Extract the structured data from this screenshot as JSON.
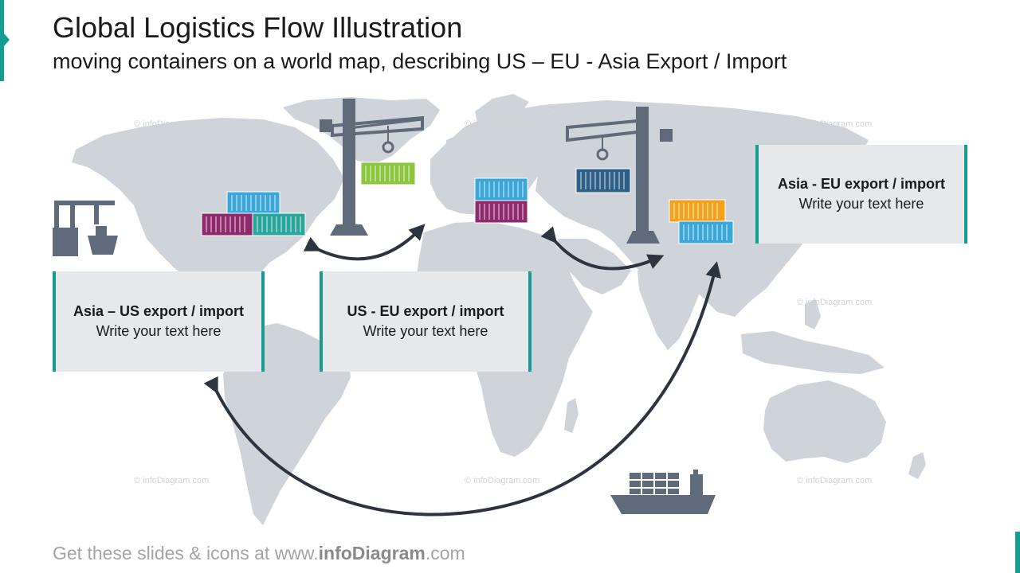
{
  "header": {
    "title": "Global Logistics Flow Illustration",
    "subtitle": "moving containers on a world map, describing US – EU - Asia Export / Import"
  },
  "boxes": [
    {
      "title": "Asia – US export / import",
      "text": "Write your text here"
    },
    {
      "title": "US - EU export / import",
      "text": "Write your text here"
    },
    {
      "title": "Asia - EU export / import",
      "text": "Write your text here"
    }
  ],
  "footer": {
    "prefix": "Get these slides & icons at www.",
    "brand": "infoDiagram",
    "suffix": ".com"
  },
  "watermark": "© infoDiagram.com",
  "colors": {
    "accent": "#179c94",
    "map": "#cfd4da",
    "icon": "#5f6b7a",
    "arrow": "#2c3440",
    "box_bg": "#e6e8eb",
    "container_cyan": "#3aa7d8",
    "container_purple": "#8e2a6c",
    "container_teal": "#2aa59b",
    "container_lime": "#8cc63f",
    "container_navy": "#2e5f86",
    "container_orange": "#f2a31b"
  }
}
